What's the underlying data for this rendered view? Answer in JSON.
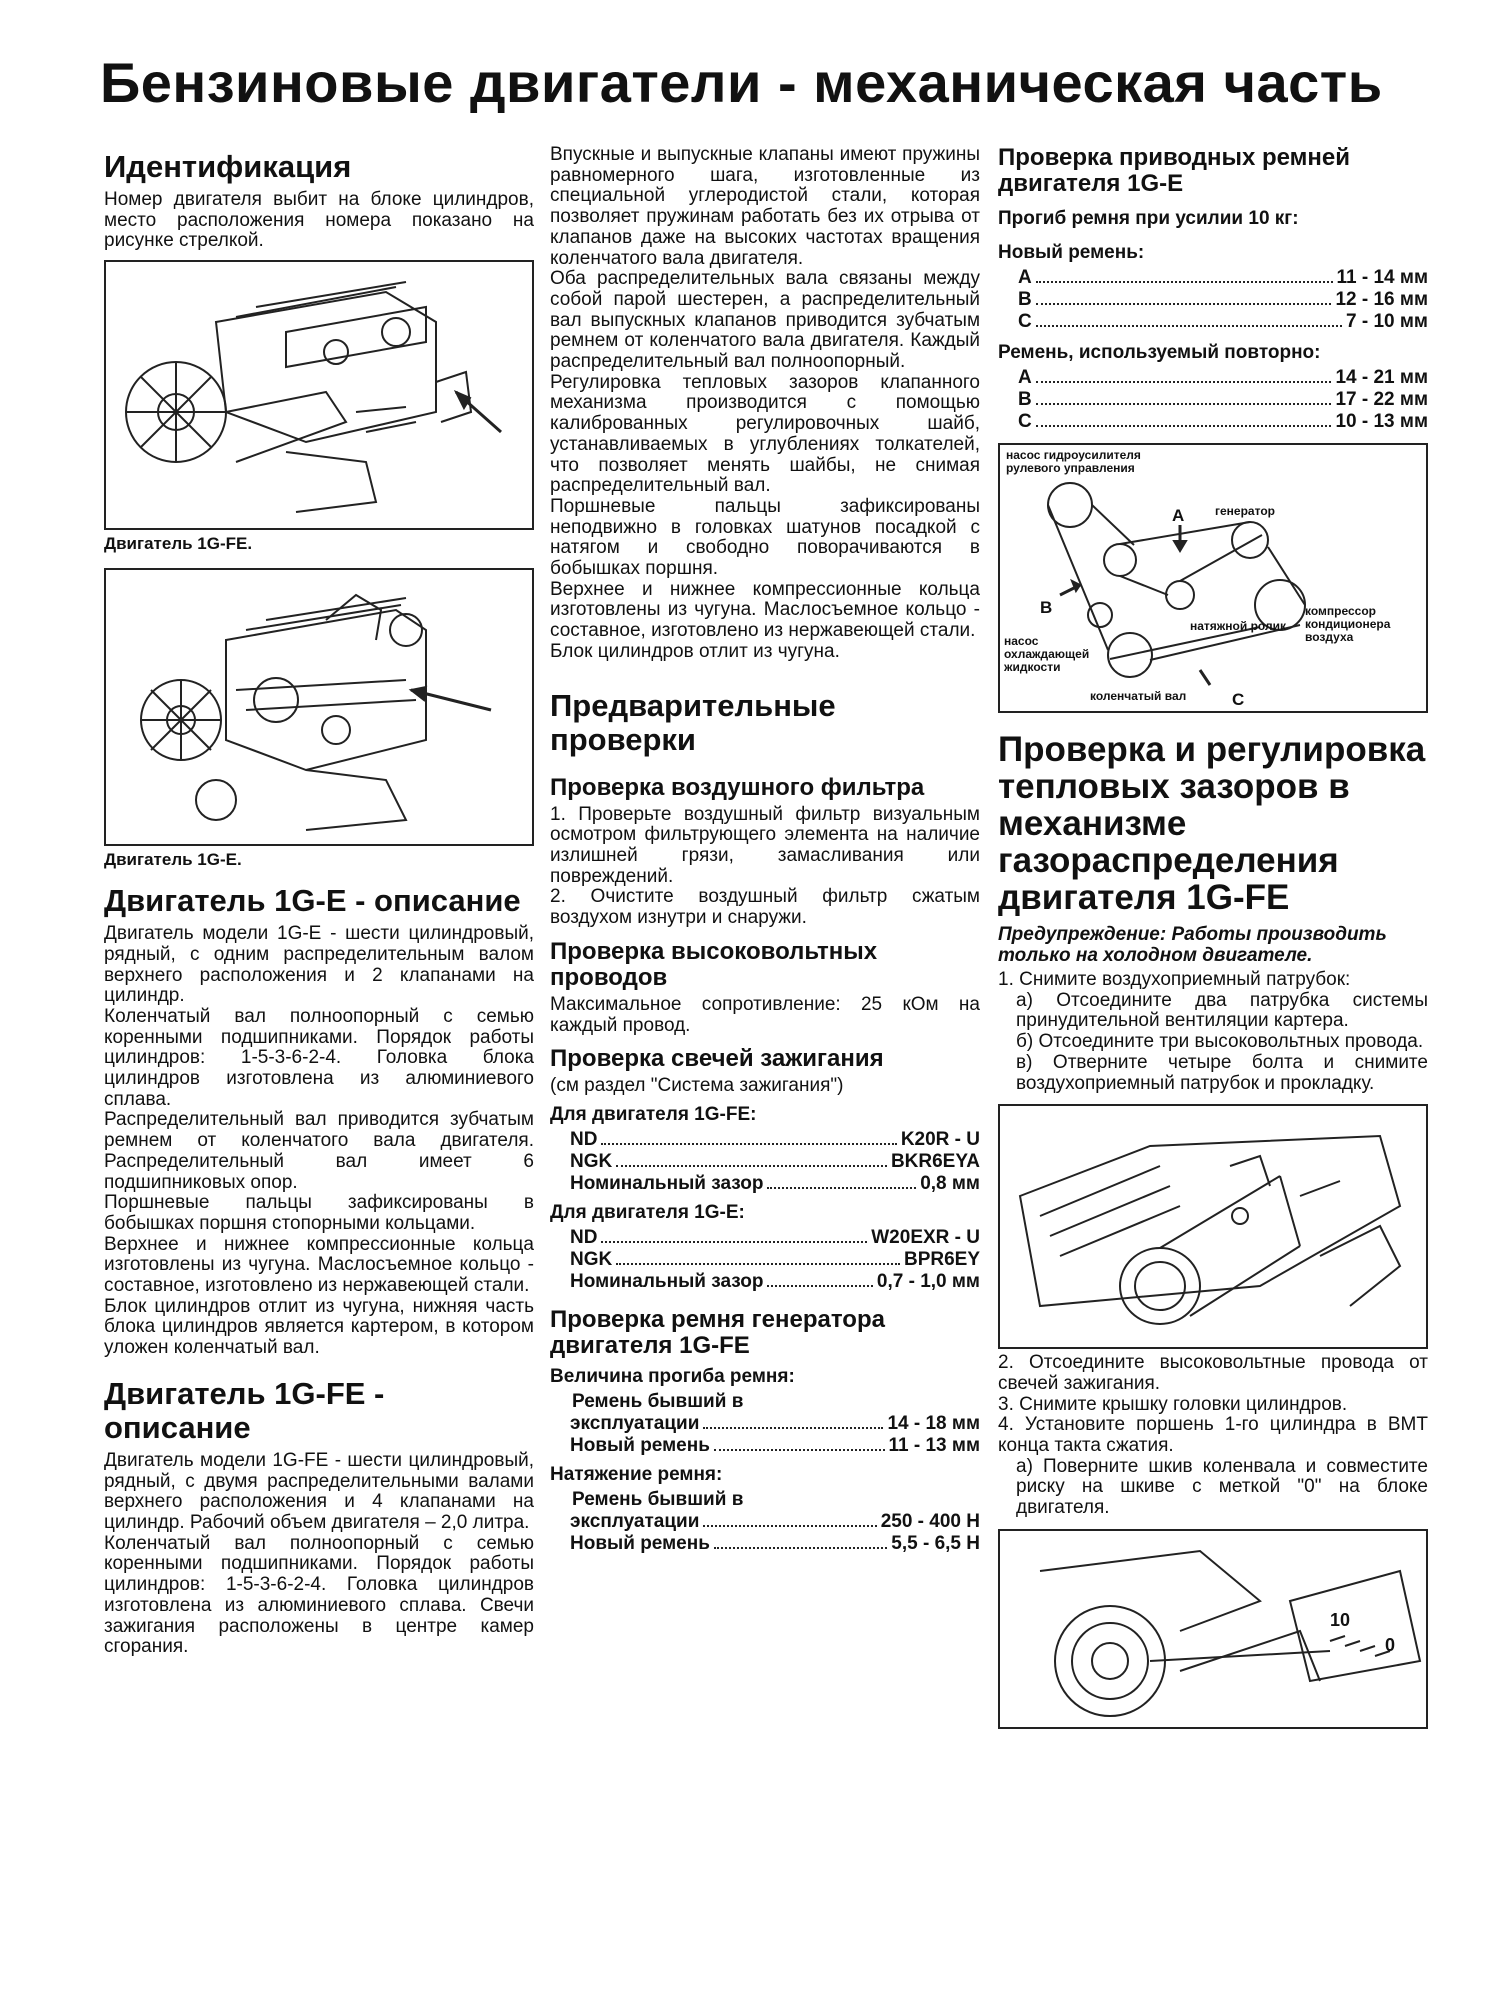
{
  "title": "Бензиновые двигатели - механическая часть",
  "col1": {
    "ident_heading": "Идентификация",
    "ident_text": "Номер двигателя выбит на блоке цилиндров, место расположения номера показано на рисунке стрелкой.",
    "fig1_caption": "Двигатель 1G-FE.",
    "fig2_caption": "Двигатель 1G-E.",
    "desc_1ge_heading": "Двигатель 1G-E - описание",
    "desc_1ge_p1": "Двигатель модели 1G-E - шести цилиндровый, рядный, с одним распределительным валом верхнего расположения и 2 клапанами на цилиндр.",
    "desc_1ge_p2": "Коленчатый вал полноопорный с семью коренными подшипниками. Порядок работы цилиндров: 1-5-3-6-2-4. Головка блока цилиндров изготовлена из алюминиевого сплава.",
    "desc_1ge_p3": "Распределительный вал приводится зубчатым ремнем от коленчатого вала двигателя. Распределительный вал имеет 6 подшипниковых опор.",
    "desc_1ge_p4": "Поршневые пальцы зафиксированы в бобышках поршня стопорными кольцами.",
    "desc_1ge_p5": "Верхнее и нижнее компрессионные кольца изготовлены из чугуна. Маслосъемное кольцо - составное, изготовлено из нержавеющей стали.",
    "desc_1ge_p6": "Блок цилиндров отлит из чугуна, нижняя часть блока цилиндров является картером, в котором уложен коленчатый вал.",
    "desc_1gfe_heading": "Двигатель 1G-FE - описание",
    "desc_1gfe_p1": "Двигатель модели 1G-FE - шести цилиндровый, рядный, с двумя распределительными валами верхнего расположения и 4 клапанами на цилиндр. Рабочий объем двигателя – 2,0 литра.",
    "desc_1gfe_p2": "Коленчатый вал полноопорный с семью коренными подшипниками. Порядок работы цилиндров: 1-5-3-6-2-4. Головка цилиндров изготовлена из алюминиевого сплава. Свечи зажигания расположены в центре камер сгорания."
  },
  "col2": {
    "p1": "Впускные и выпускные клапаны имеют пружины равномерного шага, изготовленные из специальной углеродистой стали, которая позволяет пружинам работать без их отрыва от клапанов даже на высоких частотах вращения коленчатого вала двигателя.",
    "p2": "Оба распределительных вала связаны между собой парой шестерен, а распределительный вал выпускных клапанов приводится зубчатым ремнем от коленчатого вала двигателя. Каждый распределительный вал полноопорный.",
    "p3": "Регулировка тепловых зазоров клапанного механизма производится с помощью калиброванных регулировочных шайб, устанавливаемых в углублениях толкателей, что позволяет менять шайбы, не снимая распределительный вал.",
    "p4": "Поршневые пальцы зафиксированы неподвижно в головках шатунов посадкой с натягом и свободно поворачиваются в бобышках поршня.",
    "p5": "Верхнее и нижнее компрессионные кольца изготовлены из чугуна. Маслосъемное кольцо - составное, изготовлено из нержавеющей стали.",
    "p6": "Блок цилиндров отлит из чугуна.",
    "prelim_heading": "Предварительные проверки",
    "air_heading": "Проверка воздушного фильтра",
    "air_p1": "1. Проверьте воздушный фильтр визуальным осмотром фильтрующего элемента на наличие излишней грязи, замасливания или повреждений.",
    "air_p2": "2. Очистите воздушный фильтр сжатым воздухом изнутри и снаружи.",
    "hv_heading": "Проверка высоковольтных проводов",
    "hv_p": "Максимальное сопротивление: 25 кОм на каждый провод.",
    "plug_heading": "Проверка свечей зажигания",
    "plug_sub": "(см раздел \"Система зажигания\")",
    "plug_1gfe": "Для двигателя 1G-FE:",
    "plug_1gfe_rows": [
      {
        "k": "ND",
        "v": "K20R - U"
      },
      {
        "k": "NGK",
        "v": "BKR6EYA"
      },
      {
        "k": "Номинальный зазор",
        "v": "0,8 мм"
      }
    ],
    "plug_1ge": "Для двигателя 1G-E:",
    "plug_1ge_rows": [
      {
        "k": "ND",
        "v": "W20EXR - U"
      },
      {
        "k": "NGK",
        "v": "BPR6EY"
      },
      {
        "k": "Номинальный зазор",
        "v": "0,7 - 1,0 мм"
      }
    ],
    "gen_heading": "Проверка ремня генератора двигателя 1G-FE",
    "gen_defl": "Величина прогиба ремня:",
    "gen_used_a": "Ремень бывший в",
    "gen_used_b": "эксплуатации",
    "gen_used_v": "14 - 18 мм",
    "gen_new": "Новый ремень",
    "gen_new_v": "11 - 13 мм",
    "gen_tension": "Натяжение ремня:",
    "gen_t_used_a": "Ремень бывший в",
    "gen_t_used_b": "эксплуатации",
    "gen_t_used_v": "250 - 400 Н",
    "gen_t_new": "Новый ремень",
    "gen_t_new_v": "5,5 - 6,5 Н"
  },
  "col3": {
    "belts_heading": "Проверка приводных ремней двигателя 1G-E",
    "belts_force": "Прогиб ремня при усилии 10 кг:",
    "belts_new": "Новый ремень:",
    "belts_new_rows": [
      {
        "k": "A",
        "v": "11 - 14 мм"
      },
      {
        "k": "B",
        "v": "12 - 16 мм"
      },
      {
        "k": "C",
        "v": "7 - 10 мм"
      }
    ],
    "belts_reused": "Ремень, используемый повторно:",
    "belts_reused_rows": [
      {
        "k": "A",
        "v": "14 - 21 мм"
      },
      {
        "k": "B",
        "v": "17 - 22 мм"
      },
      {
        "k": "C",
        "v": "10 - 13 мм"
      }
    ],
    "diag_labels": {
      "pump": "насос гидроусилителя рулевого управления",
      "gen": "генератор",
      "comp": "компрессор кондиционера воздуха",
      "tens": "натяжной ролик",
      "water": "насос охлаждающей жидкости",
      "crank": "коленчатый вал",
      "a": "A",
      "b": "B",
      "c": "C"
    },
    "valve_heading": "Проверка и регулировка тепловых зазоров в механизме газораспределения двигателя 1G-FE",
    "warning": "Предупреждение: Работы производить только на холодном двигателе.",
    "s1": "1. Снимите воздухоприемный патрубок:",
    "s1a": "а) Отсоедините два патрубка системы принудительной вентиляции картера.",
    "s1b": "б) Отсоедините три высоковольтных провода.",
    "s1c": "в) Отверните четыре болта и снимите воздухоприемный патрубок и прокладку.",
    "s2": "2. Отсоедините высоковольтные провода от свечей зажигания.",
    "s3": "3. Снимите крышку головки цилиндров.",
    "s4": "4. Установите поршень 1-го цилиндра в ВМТ конца такта сжатия.",
    "s4a": "а) Поверните шкив коленвала и совместите риску на шкиве с меткой \"0\" на блоке двигателя.",
    "fig_marks": {
      "ten": "10",
      "zero": "0"
    }
  }
}
